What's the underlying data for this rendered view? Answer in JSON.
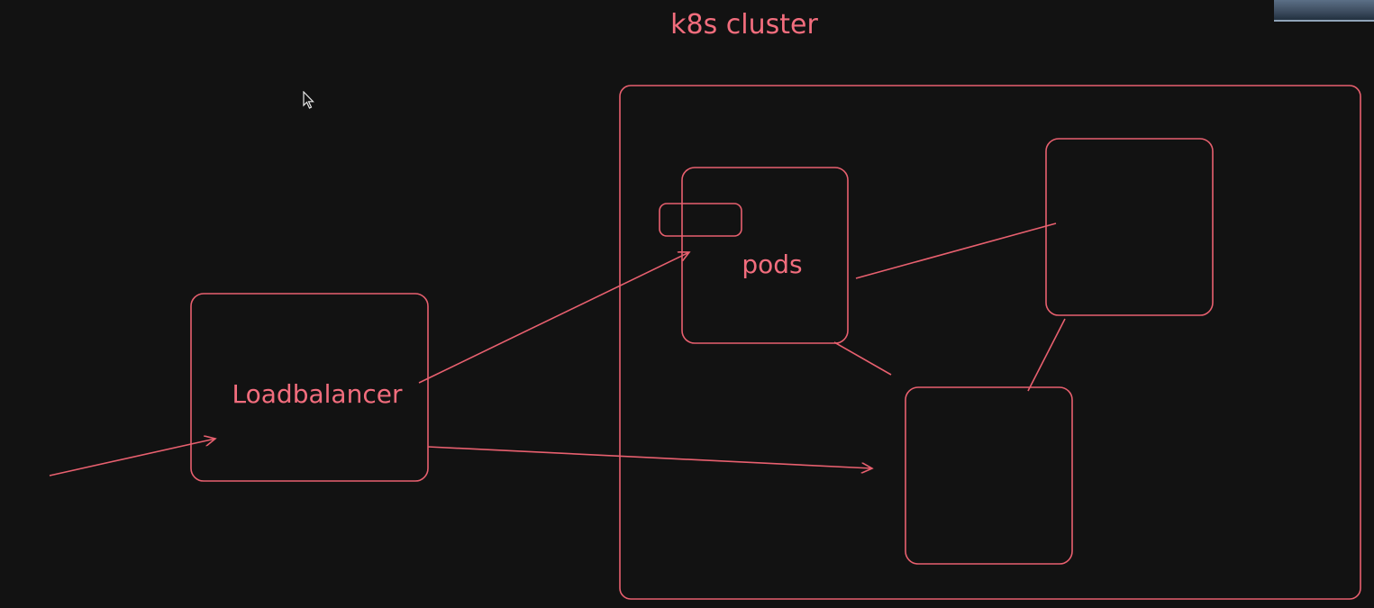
{
  "diagram": {
    "title": "k8s cluster",
    "nodes": {
      "loadbalancer": {
        "label": "Loadbalancer"
      },
      "pod_main": {
        "label": "pods"
      },
      "pod_right": {
        "label": ""
      },
      "pod_bottom": {
        "label": ""
      },
      "container_tag": {
        "label": ""
      }
    },
    "edges": [
      {
        "from": "external",
        "to": "loadbalancer",
        "arrow": true
      },
      {
        "from": "loadbalancer",
        "to": "pod_main",
        "arrow": true
      },
      {
        "from": "loadbalancer",
        "to": "pod_bottom",
        "arrow": true
      },
      {
        "from": "pod_main",
        "to": "pod_right",
        "arrow": false
      },
      {
        "from": "pod_main",
        "to": "pod_bottom",
        "arrow": false
      },
      {
        "from": "pod_right",
        "to": "pod_bottom",
        "arrow": false
      }
    ],
    "stroke_color": "#e8606f",
    "text_color": "#f26d7d",
    "background_color": "#121212"
  },
  "overlay": {
    "cursor_icon": "mouse-pointer-icon",
    "thumbnail": "video-thumbnail"
  }
}
